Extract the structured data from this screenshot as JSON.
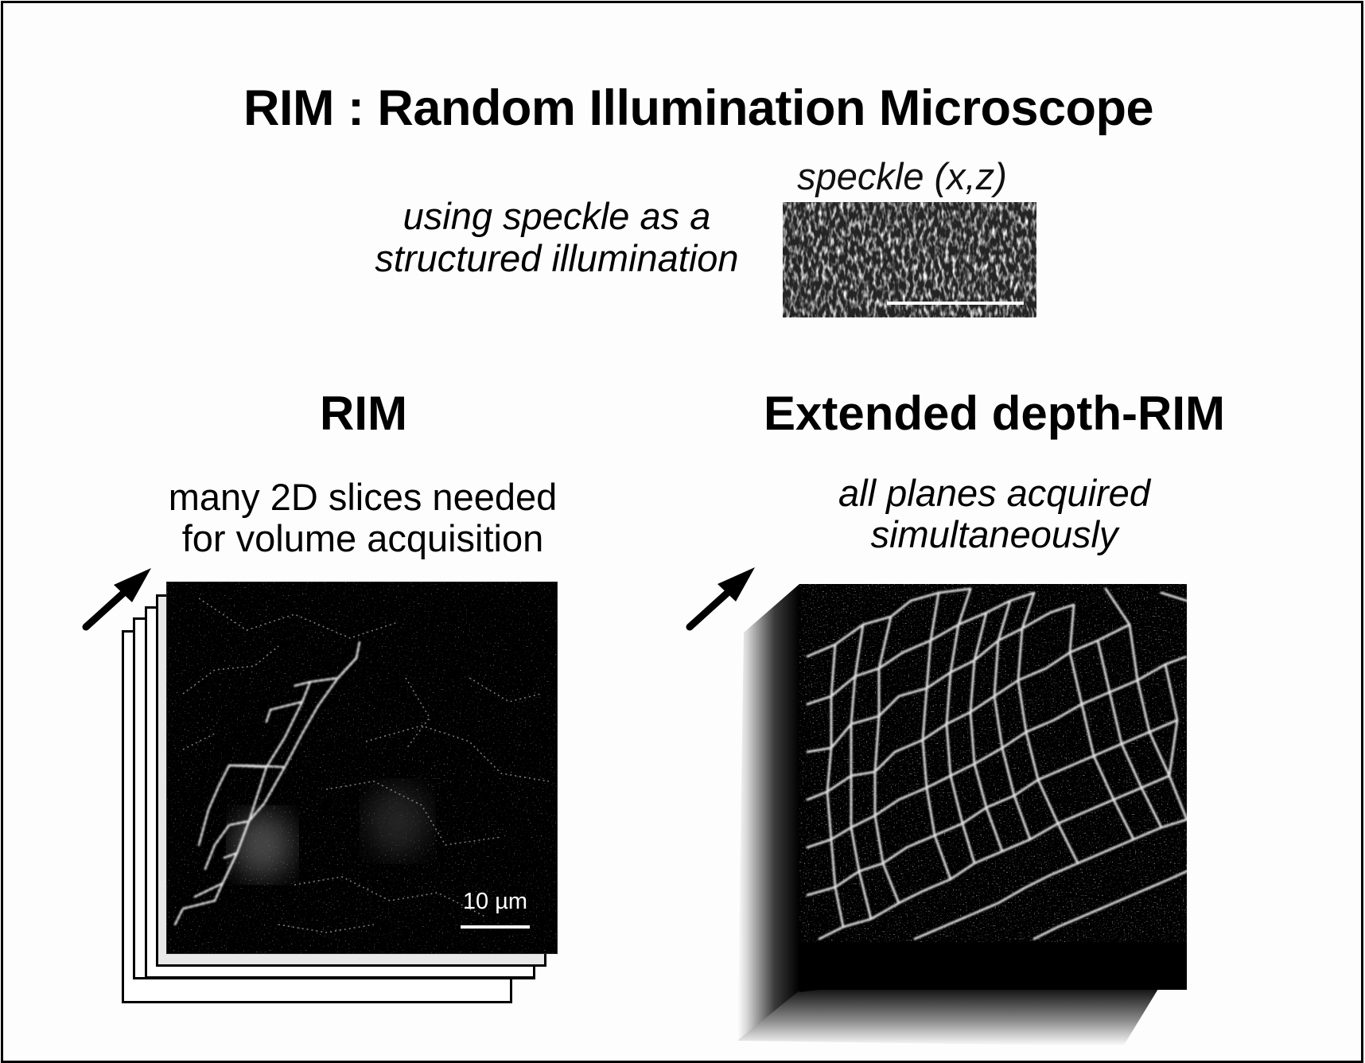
{
  "figure": {
    "title": "RIM : Random Illumination Microscope",
    "speckle": {
      "caption_line1": "using speckle as a",
      "caption_line2": "structured illumination",
      "panel_label": "speckle (x,z)",
      "panel_description": "speckle intensity pattern in x-z plane with scale bar"
    },
    "left_panel": {
      "heading": "RIM",
      "subtitle_line1": "many 2D slices needed",
      "subtitle_line2": "for volume acquisition",
      "image_description": "stack of 2D fluorescence slices showing cell outlines",
      "scale_bar_label": "10 µm",
      "stack_sheet_count": 5,
      "icon": "arrow-up-right-icon"
    },
    "right_panel": {
      "heading": "Extended depth-RIM",
      "subtitle_line1": "all planes acquired",
      "subtitle_line2": "simultaneously",
      "image_description": "3D volume block showing dense cell outline network",
      "icon": "arrow-up-right-icon"
    },
    "colors": {
      "text": "#000000",
      "background": "#fdfdfd",
      "image_background": "#000000",
      "stack_inner_sheet": "#e8e8e8",
      "scale_bar": "#ffffff"
    }
  }
}
